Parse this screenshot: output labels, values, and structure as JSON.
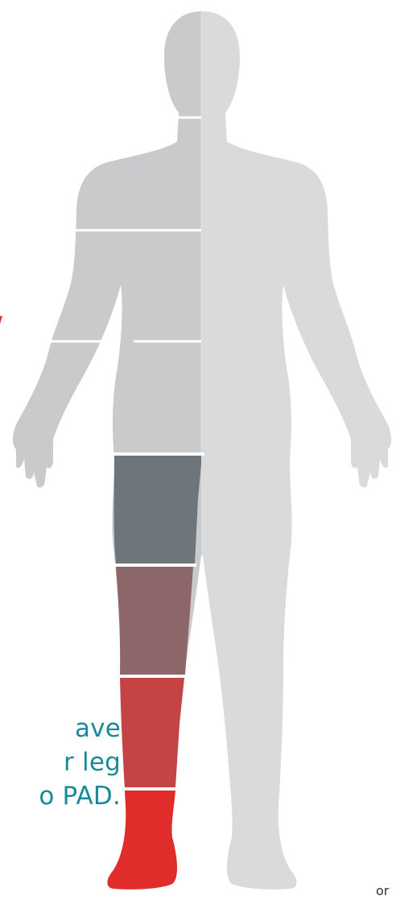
{
  "caption": {
    "lines": [
      "ave",
      "r leg",
      "o PAD."
    ],
    "color": "#1a8a99"
  },
  "marker": {
    "text": "/",
    "color": "#e03030"
  },
  "footnote": {
    "text": "or"
  },
  "figure": {
    "icon": "human-body-silhouette",
    "body_color_left": "#c9cacc",
    "body_color_right": "#d9dadc",
    "divider_color": "#ffffff",
    "leg_segments": [
      {
        "name": "thigh",
        "color": "#6e767b"
      },
      {
        "name": "knee",
        "color": "#8c6668"
      },
      {
        "name": "shin",
        "color": "#c44446"
      },
      {
        "name": "foot",
        "color": "#e12c2c"
      }
    ]
  }
}
